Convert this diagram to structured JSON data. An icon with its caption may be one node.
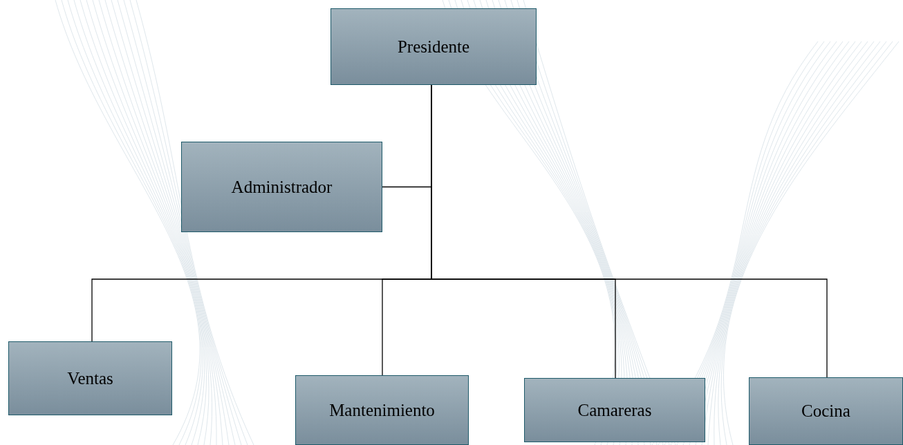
{
  "diagram": {
    "nodes": [
      {
        "text": [
          "Presidente"
        ]
      },
      {
        "text": [
          "Administrador"
        ]
      },
      {
        "text": [
          "Ventas"
        ]
      },
      {
        "text": [
          "Mantenimiento"
        ]
      },
      {
        "text": [
          "Camareras"
        ]
      },
      {
        "text": [
          "Cocina"
        ]
      }
    ],
    "edges": [
      {
        "from": 0,
        "to": 1,
        "arrow": "none"
      },
      {
        "from": 0,
        "to": 2,
        "arrow": "none"
      },
      {
        "from": 0,
        "to": 3,
        "arrow": "none"
      },
      {
        "from": 0,
        "to": 4,
        "arrow": "none"
      },
      {
        "from": 0,
        "to": 5,
        "arrow": "none"
      }
    ]
  }
}
